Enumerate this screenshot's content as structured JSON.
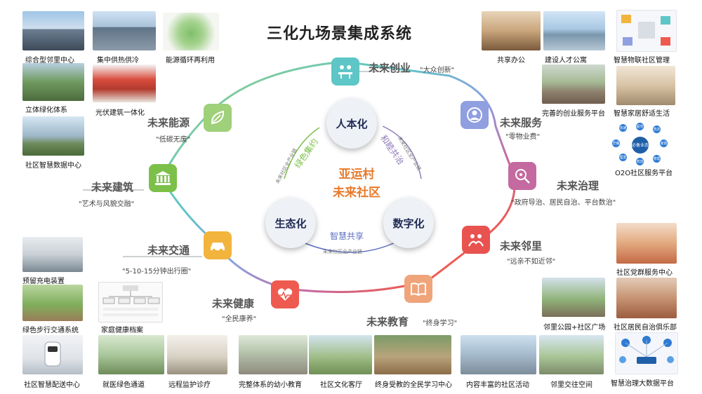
{
  "title": "三化九场景集成系统",
  "center": {
    "line1": "亚运村",
    "line2": "未来社区"
  },
  "core": {
    "top": "人本化",
    "left": "生态化",
    "right": "数字化"
  },
  "inner_ring_text": {
    "upper_left": "绿色集约",
    "upper_right": "和睦共治",
    "bottom": "智慧共享",
    "chain_left": "未来社区全产业链",
    "chain_right": "未来社区全产业链",
    "chain_bottom": "未来社区全产业链"
  },
  "scenes": [
    {
      "id": "chuangye",
      "name": "未来创业",
      "sub": "\"大众创新\"",
      "color": "#5ec6c6",
      "icon": "people-desk-icon"
    },
    {
      "id": "fuwu",
      "name": "未来服务",
      "sub": "\"零物业费\"",
      "color": "#8f9fe0",
      "icon": "service-person-icon"
    },
    {
      "id": "zhili",
      "name": "未来治理",
      "sub": "\"政府导治、居民自治、平台数治\"",
      "color": "#c46aa0",
      "icon": "governance-icon"
    },
    {
      "id": "linli",
      "name": "未来邻里",
      "sub": "\"远亲不如近邻\"",
      "color": "#e8524f",
      "icon": "neighbors-icon"
    },
    {
      "id": "jiaoyu",
      "name": "未来教育",
      "sub": "\"终身学习\"",
      "color": "#f0a47a",
      "icon": "book-icon"
    },
    {
      "id": "jiankang",
      "name": "未来健康",
      "sub": "\"全民康养\"",
      "color": "#ef5a50",
      "icon": "heart-pulse-icon"
    },
    {
      "id": "jiaotong",
      "name": "未来交通",
      "sub": "\"5-10-15分钟出行圈\"",
      "color": "#f2b43c",
      "icon": "car-icon"
    },
    {
      "id": "jianzhu",
      "name": "未来建筑",
      "sub": "\"艺术与风貌交融\"",
      "color": "#7cc04a",
      "icon": "classical-building-icon"
    },
    {
      "id": "nengyuan",
      "name": "未来能源",
      "sub": "\"低碳无废\"",
      "color": "#9fd07a",
      "icon": "leaf-icon"
    }
  ],
  "photos": {
    "p1": "综合型邻里中心",
    "p2": "集中供热供冷",
    "p3": "能源循环再利用",
    "p4": "立体绿化体系",
    "p5": "光伏建筑一体化",
    "p6": "社区智慧数据中心",
    "p7": "共享办公",
    "p8": "建设人才公寓",
    "p9": "智慧物联社区管理",
    "p10": "完善的创业服务平台",
    "p11": "智慧家居舒适生活",
    "p12": "O2O社区服务平台",
    "p13": "预留充电装置",
    "p14": "绿色步行交通系统",
    "p15": "社区智慧配送中心",
    "p16": "家庭健康档案",
    "p17": "就医绿色通道",
    "p18": "远程监护诊疗",
    "p19": "完整体系的幼小教育",
    "p20": "社区文化客厅",
    "p21": "终身受教的全民学习中心",
    "p22": "内容丰富的社区活动",
    "p23": "邻里交往空间",
    "p24": "社区党群服务中心",
    "p25": "邻里公园+社区广场",
    "p26": "社区居民自治俱乐部",
    "p27": "智慧治理大数据平台"
  },
  "o2o": {
    "hub": "必备业态",
    "items": [
      "快递",
      "超市",
      "洗衣",
      "家政",
      "修理",
      "药店",
      "理发",
      "早餐"
    ]
  },
  "household": {
    "hub": "家庭健康档案"
  }
}
